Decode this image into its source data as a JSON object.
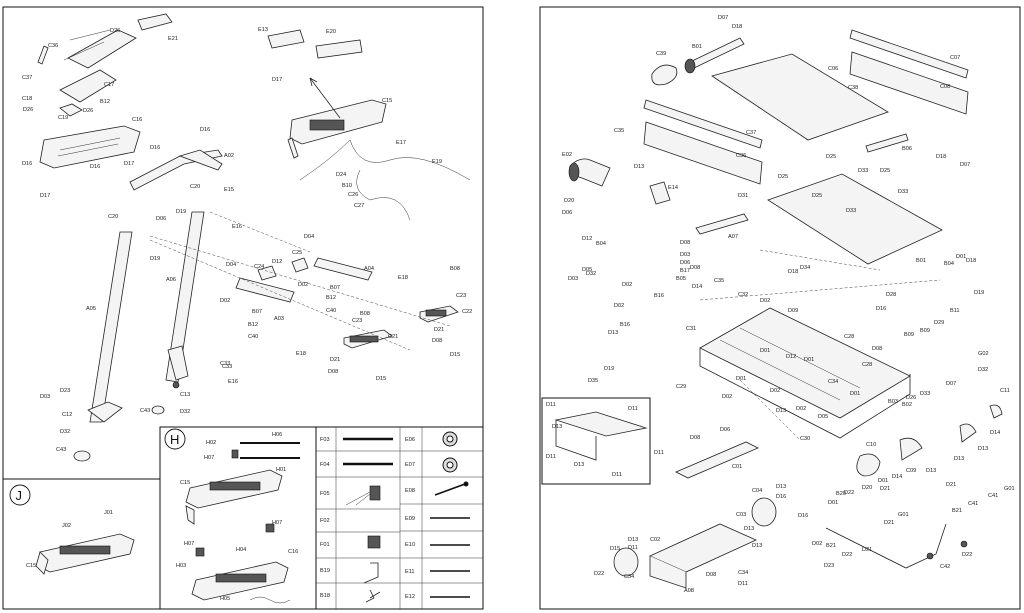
{
  "panels": {
    "j_label": "J",
    "h_label": "H"
  },
  "left_labels": [
    "D26",
    "E21",
    "C36",
    "C37",
    "C17",
    "C18",
    "B12",
    "D26",
    "D26",
    "C19",
    "C16",
    "D16",
    "D16",
    "D16",
    "D17",
    "D17",
    "D16",
    "A02",
    "C20",
    "E15",
    "C20",
    "D06",
    "D19",
    "E16",
    "D19",
    "A05",
    "A06",
    "E13",
    "E20",
    "D17",
    "C15",
    "E17",
    "E19",
    "D24",
    "B10",
    "C26",
    "C27",
    "D04",
    "D04",
    "C24",
    "D12",
    "C25",
    "D02",
    "B07",
    "B12",
    "C40",
    "A04",
    "A03",
    "B07",
    "B12",
    "C40",
    "D02",
    "E18",
    "B08",
    "C23",
    "C22",
    "B08",
    "C33",
    "C23",
    "C21",
    "D21",
    "D08",
    "D15",
    "D21",
    "D08",
    "D15",
    "E18",
    "C33",
    "E16",
    "D03",
    "D23",
    "C12",
    "D32",
    "C43",
    "C13",
    "C43",
    "D32",
    "J02",
    "J01",
    "C15"
  ],
  "h_labels": [
    "H06",
    "H02",
    "H07",
    "H01",
    "C15",
    "H07",
    "H03",
    "H04",
    "H07",
    "C16",
    "H05"
  ],
  "table_labels": [
    "F03",
    "F04",
    "F05",
    "F02",
    "F01",
    "B19",
    "B18",
    "E06",
    "E07",
    "E08",
    "E09",
    "E10",
    "E11",
    "E12"
  ],
  "right_labels": [
    "D07",
    "D18",
    "B01",
    "C39",
    "C06",
    "C07",
    "C08",
    "C38",
    "C35",
    "C37",
    "C36",
    "B06",
    "D18",
    "D07",
    "E02",
    "D20",
    "D06",
    "D13",
    "E14",
    "D25",
    "D33",
    "D25",
    "D25",
    "D33",
    "D31",
    "D25",
    "D33",
    "A07",
    "B01",
    "D12",
    "B04",
    "D08",
    "D05",
    "D03",
    "D32",
    "D03",
    "D06",
    "B17",
    "B05",
    "D08",
    "D02",
    "D14",
    "B16",
    "D02",
    "C35",
    "D18",
    "D34",
    "B04",
    "D01",
    "D18",
    "D19",
    "B16",
    "D13",
    "C32",
    "C31",
    "D09",
    "D02",
    "D28",
    "D16",
    "D29",
    "B09",
    "B09",
    "B11",
    "D35",
    "C29",
    "D19",
    "C28",
    "C28",
    "D08",
    "D01",
    "C34",
    "D01",
    "C30",
    "D02",
    "D13",
    "B03",
    "B02",
    "D02",
    "D01",
    "D11",
    "D11",
    "D13",
    "D11",
    "D11",
    "D13",
    "D11",
    "D08",
    "D06",
    "D01",
    "D12",
    "D02",
    "D05",
    "C01",
    "C10",
    "D14",
    "C09",
    "D13",
    "D13",
    "C11",
    "D14",
    "D13",
    "D16",
    "C04",
    "D13",
    "D16",
    "C03",
    "D13",
    "C02",
    "D13",
    "D11",
    "D15",
    "D13",
    "C34",
    "D08",
    "C34",
    "D11",
    "A08",
    "D22",
    "D21",
    "D23",
    "B21",
    "D22",
    "B20",
    "D01",
    "C41",
    "C41",
    "C42",
    "D22",
    "B21",
    "D21",
    "D22",
    "D01",
    "D02",
    "D21",
    "D21",
    "D20",
    "G01",
    "G01",
    "G02",
    "D07",
    "D32",
    "D26",
    "D33"
  ]
}
